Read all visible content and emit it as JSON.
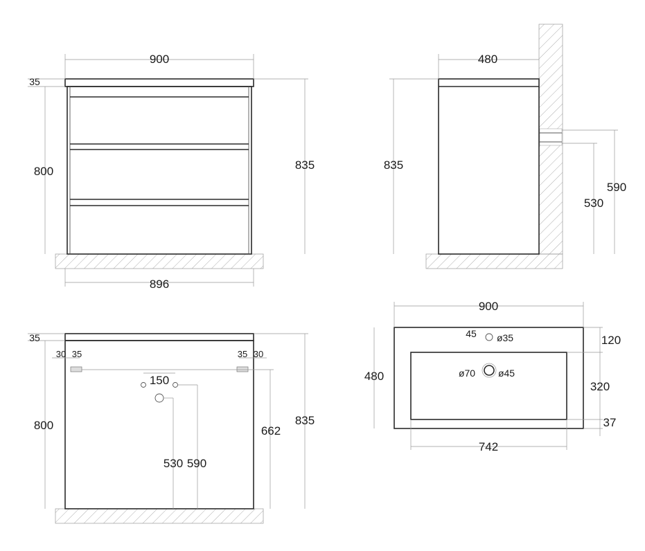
{
  "front_view": {
    "width_top": "900",
    "top_thickness": "35",
    "body_height": "800",
    "total_height": "835",
    "width_bottom": "896"
  },
  "side_view": {
    "depth": "480",
    "total_height": "835",
    "pipe_upper": "590",
    "pipe_lower": "530"
  },
  "back_view": {
    "top_thickness": "35",
    "body_height": "800",
    "total_height": "835",
    "bracket_left_offset": "30",
    "bracket_left_width": "35",
    "bracket_right_width": "35",
    "bracket_right_offset": "30",
    "hole_spacing": "150",
    "drain_height": "530",
    "supply_height": "590",
    "bracket_height": "662"
  },
  "top_view": {
    "width": "900",
    "depth": "480",
    "tap_offset": "45",
    "tap_hole": "ø35",
    "basin_back_margin": "120",
    "basin_depth": "320",
    "basin_front_margin": "37",
    "basin_width": "742",
    "drain_outer": "ø70",
    "drain_inner": "ø45"
  }
}
